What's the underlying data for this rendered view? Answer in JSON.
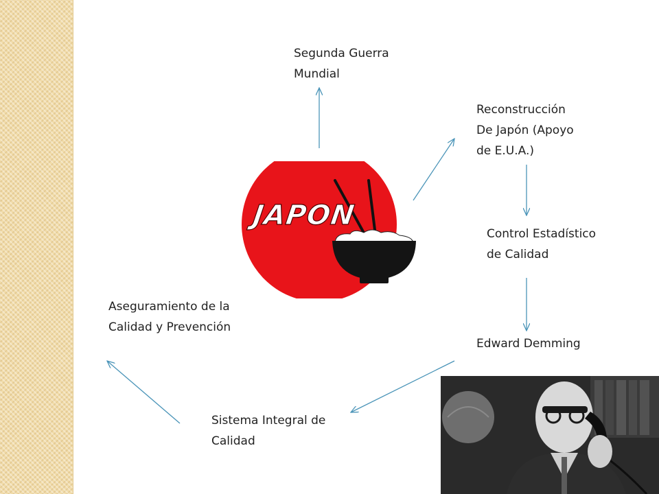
{
  "nodes": {
    "segunda_guerra": "Segunda Guerra\nMundial",
    "reconstruccion": "Reconstrucción\nDe Japón (Apoyo\nde E.U.A.)",
    "control_estadistico": "Control Estadístico\nde Calidad",
    "edward_demming": "Edward Demming",
    "sistema_integral": "Sistema Integral de\nCalidad",
    "aseguramiento": "Aseguramiento de la\nCalidad y Prevención"
  },
  "logo": {
    "text": "JAPON",
    "circle_color": "#e8141a"
  },
  "arrow_color": "#4a94b8",
  "icons": [
    "rice-bowl-icon",
    "chopsticks-icon"
  ]
}
